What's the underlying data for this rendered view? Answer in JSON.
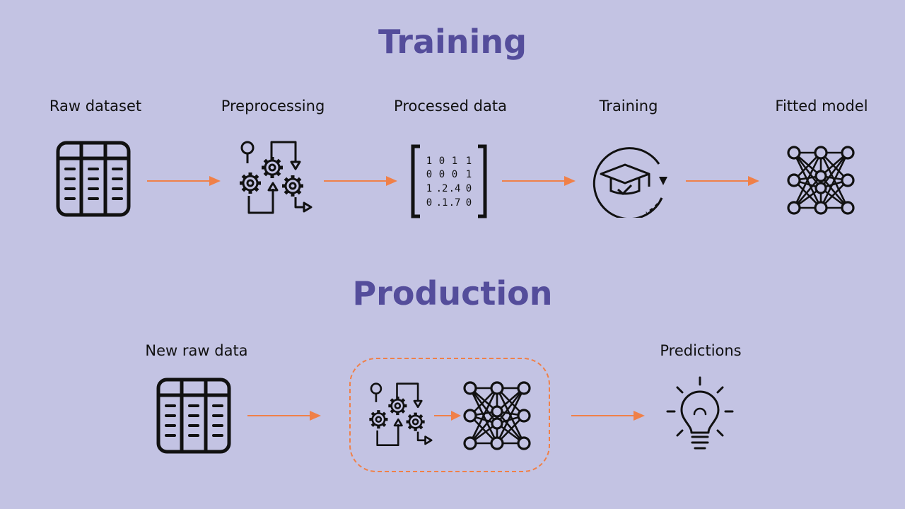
{
  "colors": {
    "accent": "#544d9b",
    "arrow": "#f08048",
    "background": "#c3c3e3",
    "icon": "#111111"
  },
  "training": {
    "title": "Training",
    "steps": [
      {
        "label": "Raw dataset",
        "icon": "table-icon"
      },
      {
        "label": "Preprocessing",
        "icon": "gears-process-icon"
      },
      {
        "label": "Processed data",
        "icon": "matrix-icon"
      },
      {
        "label": "Training",
        "icon": "graduation-cap-icon"
      },
      {
        "label": "Fitted model",
        "icon": "neural-network-icon"
      }
    ],
    "matrix": {
      "rows": [
        [
          "1",
          "0",
          "1",
          "1"
        ],
        [
          "0",
          "0",
          "0",
          "1"
        ],
        [
          "1",
          ".2",
          ".4",
          "0"
        ],
        [
          "0",
          ".1",
          ".7",
          "0"
        ]
      ]
    }
  },
  "production": {
    "title": "Production",
    "steps": [
      {
        "label": "New raw data",
        "icon": "table-icon"
      },
      {
        "label": "",
        "icon": "pipeline-group"
      },
      {
        "label": "Predictions",
        "icon": "lightbulb-icon"
      }
    ]
  }
}
